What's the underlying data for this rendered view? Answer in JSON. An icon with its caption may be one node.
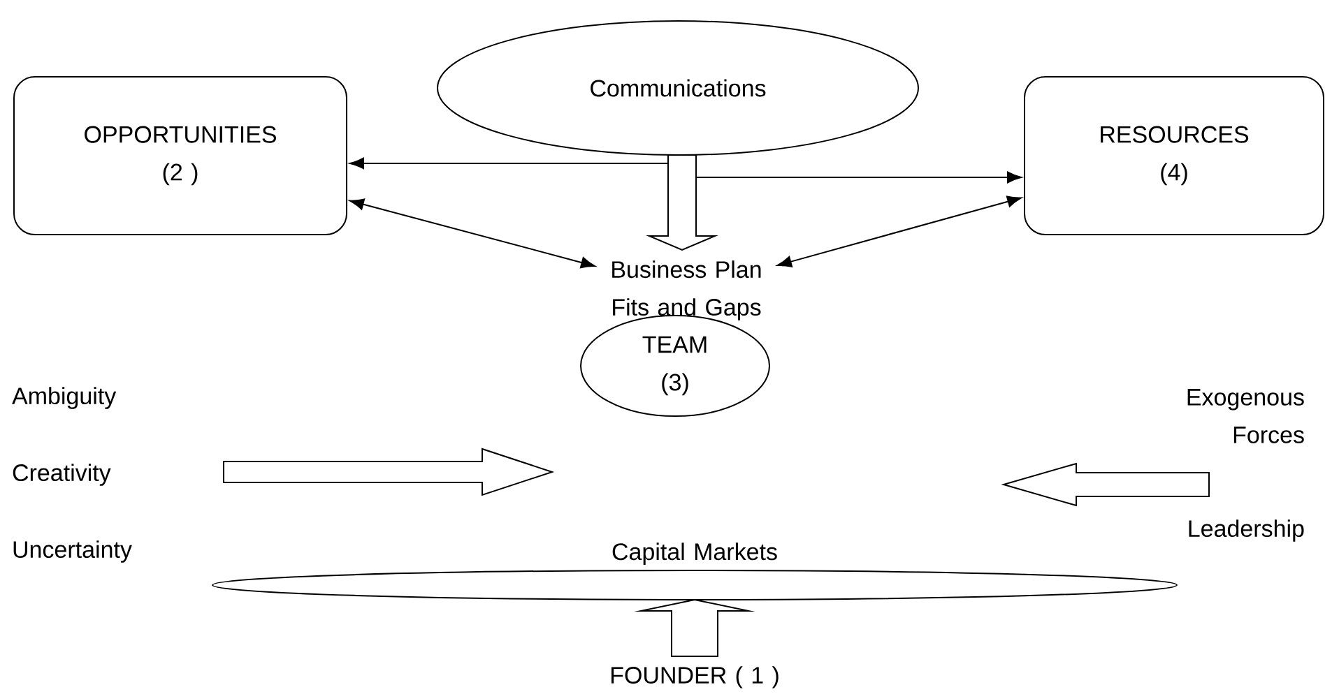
{
  "diagram": {
    "nodes": [
      {
        "text": [
          "OPPORTUNITIES (2 )"
        ]
      },
      {
        "text": [
          "Communications"
        ]
      },
      {
        "text": [
          "RESOURCES (4)"
        ]
      },
      {
        "text": [
          "Business Plan Fits and Gaps"
        ]
      },
      {
        "text": [
          "TEAM (3)"
        ]
      },
      {
        "text": [
          "Capital Markets"
        ]
      },
      {
        "text": [
          "FOUNDER ( 1 )"
        ]
      }
    ],
    "edges": [
      {
        "from": 0,
        "to": 2,
        "arrow": "both"
      },
      {
        "from": 0,
        "to": 3,
        "arrow": "both"
      },
      {
        "from": 2,
        "to": 3,
        "arrow": "both"
      },
      {
        "from": 1,
        "to": 3,
        "arrow": "to"
      },
      {
        "from": 6,
        "to": 5,
        "arrow": "to"
      }
    ],
    "labels": [
      "Ambiguity",
      "Exogenous Forces",
      "Creativity",
      "Leadership",
      "Uncertainty"
    ]
  }
}
